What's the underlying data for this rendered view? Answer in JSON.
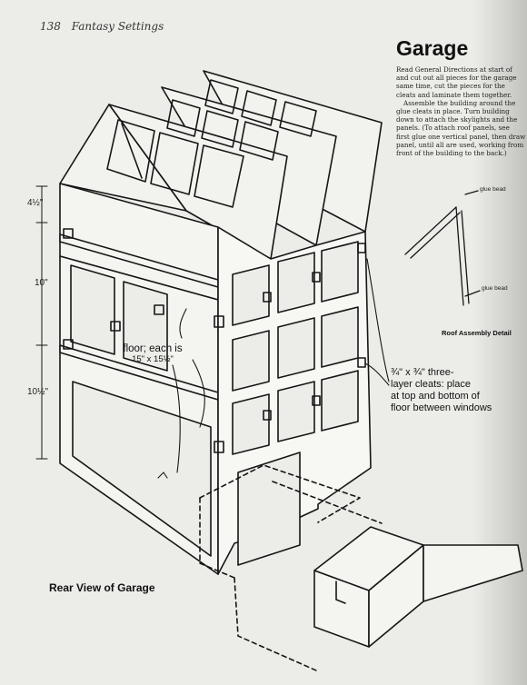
{
  "header": {
    "page_number": "138",
    "running_title": "Fantasy Settings"
  },
  "title": "Garage",
  "body_lines": [
    "Read General Directions at start of",
    "and cut out all pieces for the garage",
    "same time, cut the pieces for the",
    "cleats and laminate them together.",
    "Assemble the building around the",
    "glue cleats in place. Turn building",
    "down to attach the skylights and the",
    "panels. (To attach roof panels, see",
    "first glue one vertical panel, then draw",
    "panel, until all are used, working from",
    "front of the building to the back.)"
  ],
  "dimensions": {
    "top": "4½\"",
    "middle": "10\"",
    "bottom": "10½\""
  },
  "floor_note": {
    "line1": "floor; each is",
    "line2": "15\" x 15½\""
  },
  "cleat_note": {
    "line1": "¾\" x ¾\" three-",
    "line2": "layer cleats: place",
    "line3": "at top and bottom of",
    "line4": "floor between windows"
  },
  "roof_detail": {
    "caption": "Roof Assembly Detail",
    "glue_label_top": "glue bead",
    "glue_label_bottom": "glue bead"
  },
  "rear_caption": "Rear View of Garage"
}
